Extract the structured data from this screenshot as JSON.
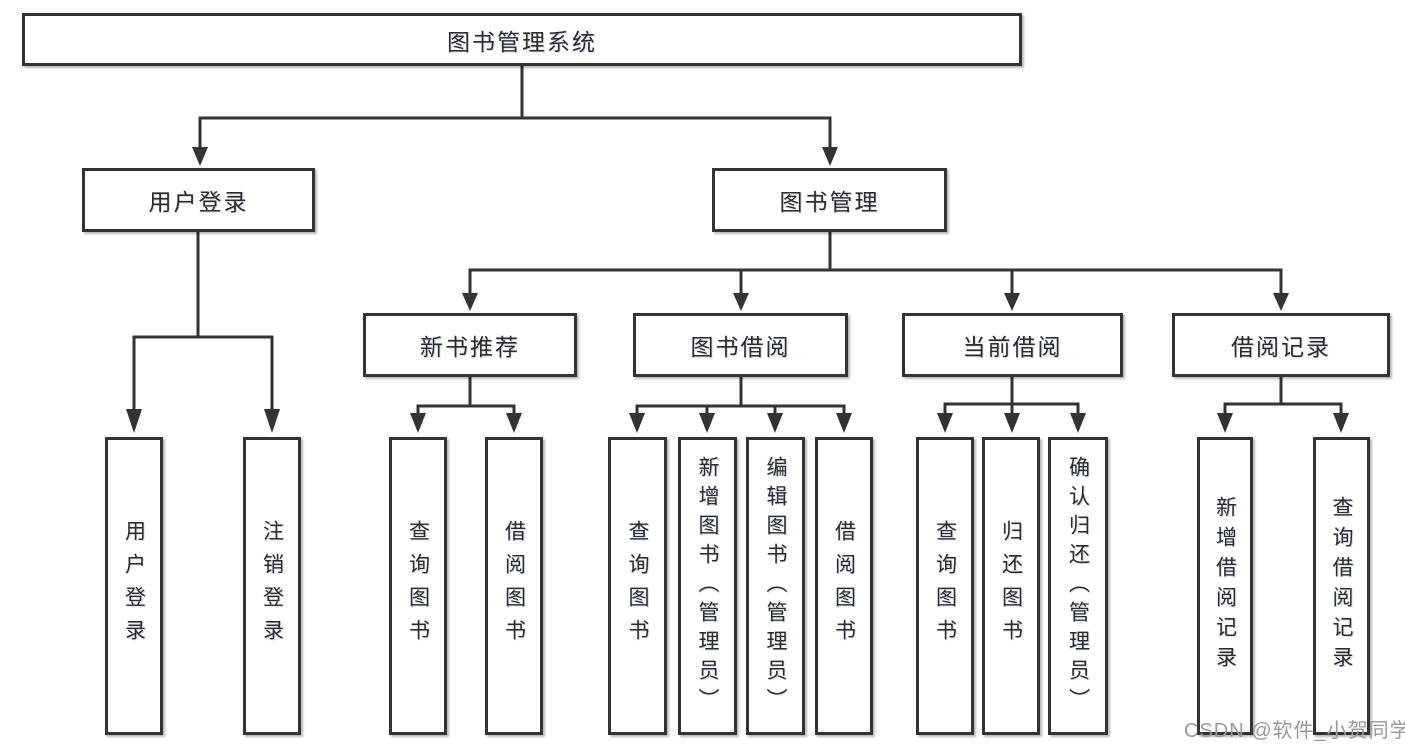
{
  "title": {
    "label": "图书管理系统"
  },
  "branches": [
    {
      "label": "用户登录",
      "leaves": [
        "用户登录",
        "注销登录"
      ]
    },
    {
      "label": "图书管理",
      "groups": [
        {
          "label": "新书推荐",
          "leaves": [
            "查询图书",
            "借阅图书"
          ]
        },
        {
          "label": "图书借阅",
          "leaves": [
            "查询图书",
            "新增图书（管理员）",
            "编辑图书（管理员）",
            "借阅图书"
          ]
        },
        {
          "label": "当前借阅",
          "leaves": [
            "查询图书",
            "归还图书",
            "确认归还（管理员）"
          ]
        },
        {
          "label": "借阅记录",
          "leaves": [
            "新增借阅记录",
            "查询借阅记录"
          ]
        }
      ]
    }
  ],
  "watermark": {
    "text": "CSDN @软件_小贺同学"
  },
  "colors": {
    "background": "#ffffff",
    "box_fill": "#ffffff",
    "box_border": "#333333",
    "line": "#333333",
    "text": "#2b2b2b",
    "watermark": "#9a9a9a"
  }
}
